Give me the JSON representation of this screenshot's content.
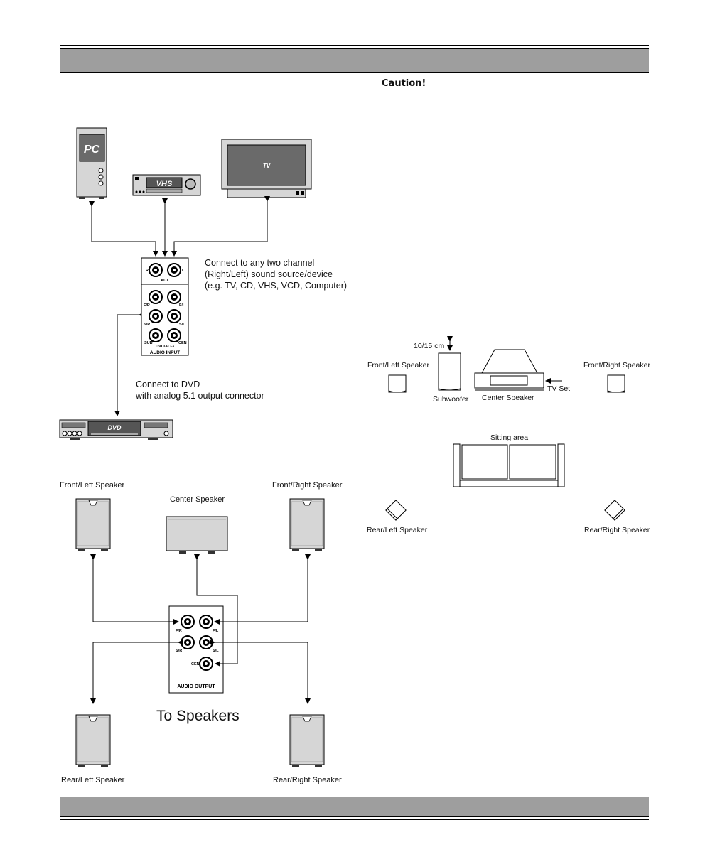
{
  "header": {
    "caution": "Caution!"
  },
  "input_panel": {
    "aux_r": "R",
    "aux_l": "L",
    "aux": "AUX",
    "fr": "F/R",
    "fl": "F/L",
    "sr": "S/R",
    "sl": "S/L",
    "sub": "SUB",
    "cen": "CEN",
    "dvd": "DVD/AC-3",
    "title": "AUDIO INPUT"
  },
  "devices": {
    "pc": "PC",
    "vhs": "VHS",
    "tv": "TV",
    "dvd": "DVD"
  },
  "notes": {
    "two_channel": [
      "Connect to any two channel",
      "(Right/Left) sound source/device",
      "(e.g. TV, CD, VHS, VCD, Computer)"
    ],
    "dvd": [
      "Connect to DVD",
      "with analog 5.1 output connector"
    ]
  },
  "speakers": {
    "front_left": "Front/Left Speaker",
    "center": "Center Speaker",
    "front_right": "Front/Right Speaker",
    "rear_left": "Rear/Left Speaker",
    "rear_right": "Rear/Right Speaker"
  },
  "output_panel": {
    "fr": "F/R",
    "fl": "F/L",
    "sr": "S/R",
    "sl": "S/L",
    "cen": "CEN",
    "title": "AUDIO OUTPUT"
  },
  "to_speakers": "To Speakers",
  "placement": {
    "distance": "10/15 cm",
    "front_left": "Front/Left Speaker",
    "front_right": "Front/Right Speaker",
    "subwoofer": "Subwoofer",
    "center": "Center Speaker",
    "tv_set": "TV Set",
    "sitting": "Sitting area",
    "rear_left": "Rear/Left Speaker",
    "rear_right": "Rear/Right Speaker"
  }
}
